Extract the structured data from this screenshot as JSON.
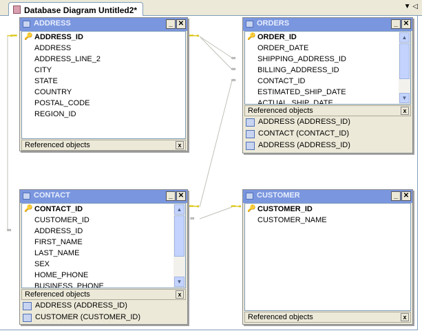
{
  "tab": {
    "title": "Database Diagram Untitled2*"
  },
  "tables": {
    "address": {
      "name": "ADDRESS",
      "columns": [
        "ADDRESS_ID",
        "ADDRESS",
        "ADDRESS_LINE_2",
        "CITY",
        "STATE",
        "COUNTRY",
        "POSTAL_CODE",
        "REGION_ID"
      ],
      "ref_label": "Referenced objects",
      "refs": []
    },
    "orders": {
      "name": "ORDERS",
      "columns": [
        "ORDER_ID",
        "ORDER_DATE",
        "SHIPPING_ADDRESS_ID",
        "BILLING_ADDRESS_ID",
        "CONTACT_ID",
        "ESTIMATED_SHIP_DATE",
        "ACTUAL_SHIP_DATE"
      ],
      "ref_label": "Referenced objects",
      "refs": [
        "ADDRESS (ADDRESS_ID)",
        "CONTACT (CONTACT_ID)",
        "ADDRESS (ADDRESS_ID)"
      ]
    },
    "contact": {
      "name": "CONTACT",
      "columns": [
        "CONTACT_ID",
        "CUSTOMER_ID",
        "ADDRESS_ID",
        "FIRST_NAME",
        "LAST_NAME",
        "SEX",
        "HOME_PHONE",
        "BUSINESS_PHONE"
      ],
      "ref_label": "Referenced objects",
      "refs": [
        "ADDRESS (ADDRESS_ID)",
        "CUSTOMER (CUSTOMER_ID)"
      ]
    },
    "customer": {
      "name": "CUSTOMER",
      "columns": [
        "CUSTOMER_ID",
        "CUSTOMER_NAME"
      ],
      "ref_label": "Referenced objects",
      "refs": []
    }
  },
  "colors": {
    "header": "#7a96df",
    "key": "#d8c000"
  }
}
